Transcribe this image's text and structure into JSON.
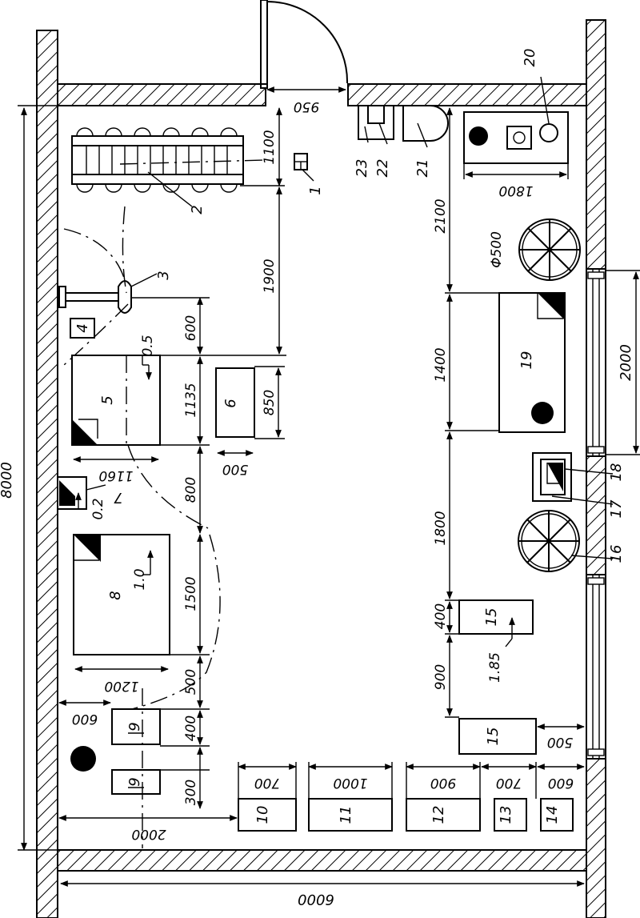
{
  "drawing": {
    "overall_width": "6000",
    "overall_length": "8000",
    "door_width": "950",
    "window_width": "2000",
    "fan_diameter": "Φ500",
    "dims": {
      "d1100": "1100",
      "d1900": "1900",
      "d600": "600",
      "d1135": "1135",
      "d850": "850",
      "d500_6": "500",
      "d1160": "1160",
      "d800": "800",
      "d1500": "1500",
      "d1200": "1200",
      "d500_b": "500",
      "d400_b": "400",
      "d300_b": "300",
      "d600_l": "600",
      "d2000_b": "2000",
      "d700_10": "700",
      "d1000_11": "1000",
      "d900_12": "900",
      "d700_13": "700",
      "d600_14": "600",
      "d2100": "2100",
      "d1800_20": "1800",
      "d1400": "1400",
      "d1800_r": "1800",
      "d400_r": "400",
      "d900_r": "900",
      "d500_r": "500"
    },
    "heights": {
      "h05": "0.5",
      "h02": "0.2",
      "h10": "1.0",
      "h185": "1.85"
    },
    "items": {
      "n1": "1",
      "n2": "2",
      "n3": "3",
      "n4": "4",
      "n5": "5",
      "n6": "6",
      "n7": "7",
      "n8": "8",
      "n9a": "9",
      "n9b": "9",
      "n10": "10",
      "n11": "11",
      "n12": "12",
      "n13": "13",
      "n14": "14",
      "n15a": "15",
      "n15b": "15",
      "n16": "16",
      "n17": "17",
      "n18": "18",
      "n19": "19",
      "n20": "20",
      "n21": "21",
      "n22": "22",
      "n23": "23"
    }
  }
}
